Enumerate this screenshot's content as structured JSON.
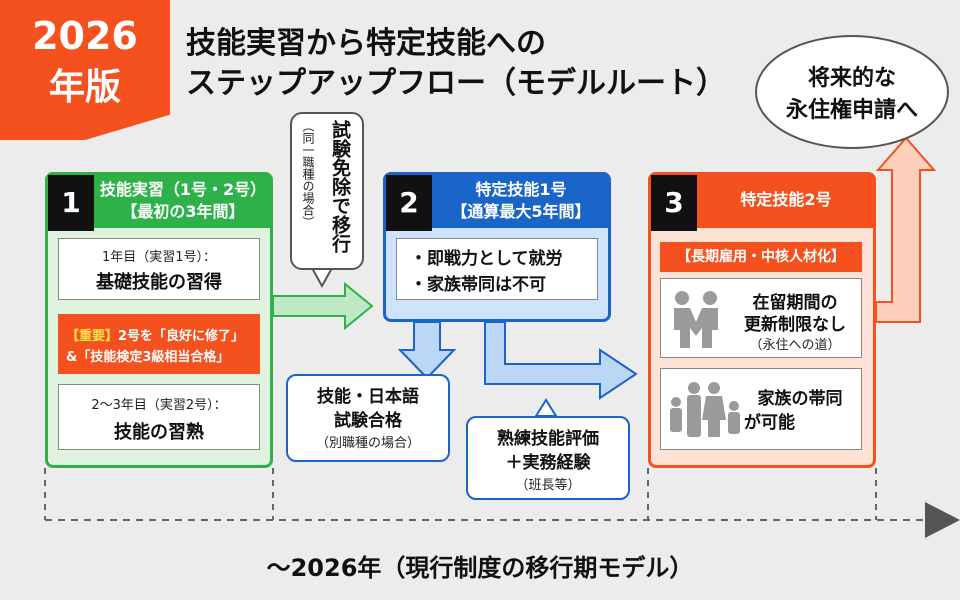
{
  "badge": {
    "year": "2026",
    "label": "年版"
  },
  "title": {
    "line1": "技能実習から特定技能への",
    "line2": "ステップアップフロー（モデルルート）"
  },
  "goal": {
    "line1": "将来的な",
    "line2": "永住権申請へ"
  },
  "exemption_note": {
    "main": "試験免除で移行",
    "sub": "（同一職種の場合）"
  },
  "stage1": {
    "number": "1",
    "title": "技能実習（1号・2号）",
    "subtitle": "【最初の3年間】",
    "year1_label": "1年目（実習1号）：",
    "year1_text": "基礎技能の習得",
    "important_tag": "【重要】",
    "important_line1": "2号を「良好に修了」",
    "important_line2": "&「技能検定3級相当合格」",
    "year23_label": "2〜3年目（実習2号）：",
    "year23_text": "技能の習熟"
  },
  "stage2": {
    "number": "2",
    "title": "特定技能1号",
    "subtitle": "【通算最大5年間】",
    "bullet1": "・即戦力として就労",
    "bullet2": "・家族帯同は不可"
  },
  "stage3": {
    "number": "3",
    "title": "特定技能2号",
    "tag": "【長期雇用・中核人材化】",
    "benefit1_line1": "在留期間の",
    "benefit1_line2": "更新制限なし",
    "benefit1_sub": "（永住への道）",
    "benefit2_line1": "家族の帯同",
    "benefit2_line2": "が可能"
  },
  "callout_exam": {
    "line1": "技能・日本語",
    "line2": "試験合格",
    "sub": "（別職種の場合）"
  },
  "callout_skill": {
    "line1": "熟練技能評価",
    "line2": "＋実務経験",
    "sub": "（班長等）"
  },
  "footer": {
    "timeline": "〜2026年（現行制度の移行期モデル）"
  },
  "colors": {
    "orange": "#f4511e",
    "green": "#2fb14a",
    "blue": "#1b64c8",
    "background": "#ececec"
  }
}
